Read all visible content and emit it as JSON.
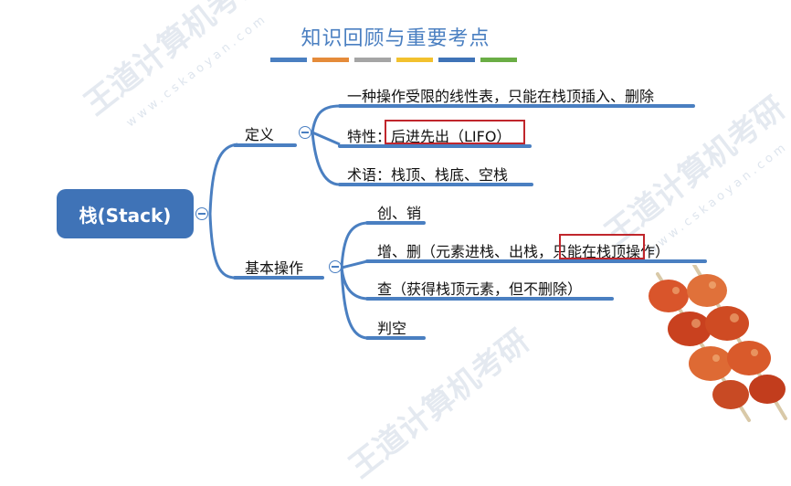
{
  "title": "知识回顾与重要考点",
  "title_bars": [
    "#4a7fc1",
    "#e58b3a",
    "#a5a5a5",
    "#f2c12e",
    "#3f73b7",
    "#6aad45"
  ],
  "watermark": {
    "brand": "王道计算机考研",
    "site": "www.cskaoyan.com"
  },
  "root": {
    "label": "栈(Stack)"
  },
  "branches": [
    {
      "label": "定义",
      "children": [
        "一种操作受限的线性表，只能在栈顶插入、删除",
        "特性：后进先出（LIFO）",
        "术语：栈顶、栈底、空栈"
      ]
    },
    {
      "label": "基本操作",
      "children": [
        "创、销",
        "增、删（元素进栈、出栈，只能在栈顶操作）",
        "查（获得栈顶元素，但不删除）",
        "判空"
      ]
    }
  ],
  "colors": {
    "accent": "#4a7fc1",
    "root_bg": "#3f73b7",
    "highlight_box": "#c0262c"
  }
}
